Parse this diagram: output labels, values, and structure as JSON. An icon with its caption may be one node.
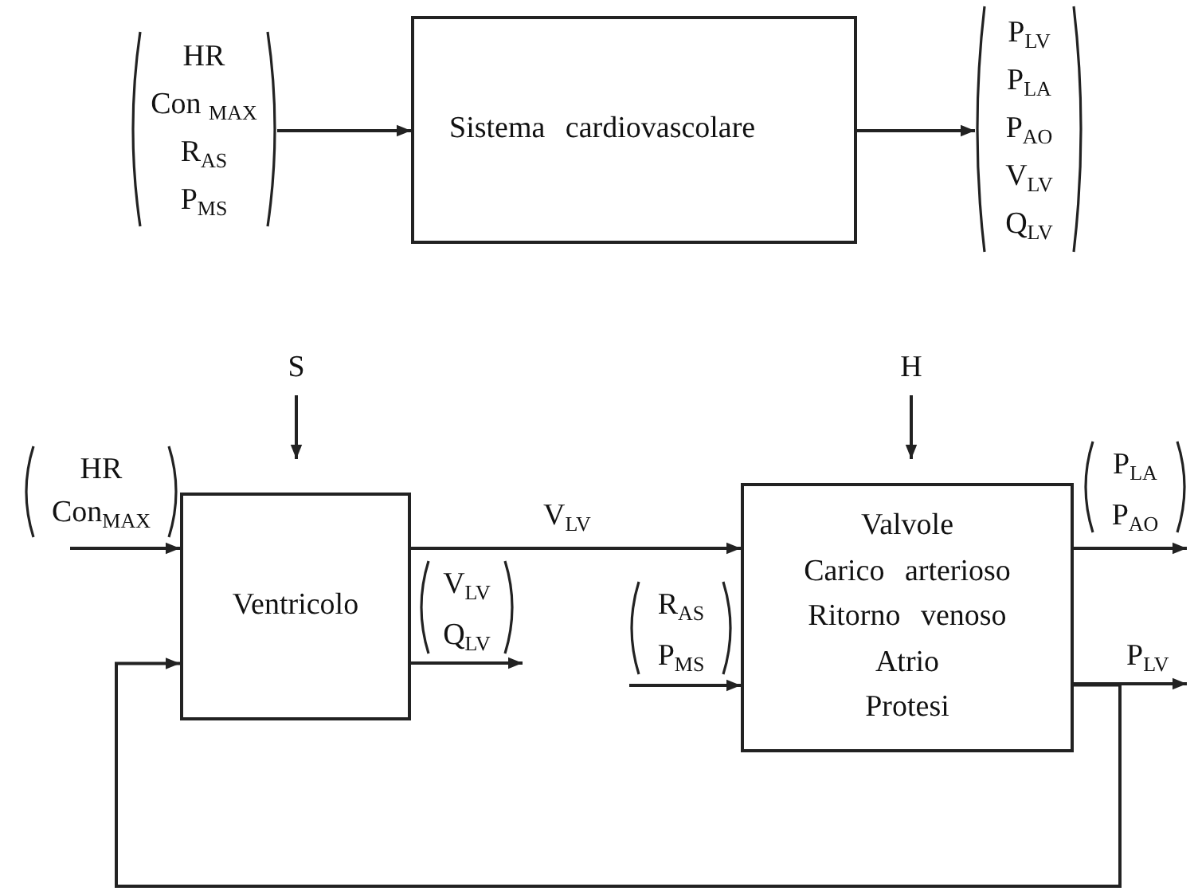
{
  "diagram": {
    "nodes": [
      {
        "text": [
          "HR",
          "Con $_{MAX}$",
          "R$_{AS}$",
          "P$_{MS}$"
        ]
      },
      {
        "text": [
          "Sistema cardiovascolare"
        ]
      },
      {
        "text": [
          "P$_{LV}$",
          "P$_{LA}$",
          "P$_{AO}$",
          "V$_{LV}$",
          "Q$_{LV}$"
        ]
      },
      {
        "text": [
          "S"
        ]
      },
      {
        "text": [
          "H"
        ]
      },
      {
        "text": [
          "Ventricolo"
        ]
      },
      {
        "text": [
          "Valvole",
          "Carico arterioso",
          "Ritorno venoso",
          "Atrio",
          "Protesi"
        ]
      }
    ],
    "edges": [
      {
        "from": 0,
        "to": 1,
        "arrow": "to"
      },
      {
        "from": 1,
        "to": 2,
        "arrow": "to"
      },
      {
        "from": 3,
        "to": 5,
        "arrow": "to"
      },
      {
        "from": 4,
        "to": 6,
        "arrow": "to"
      },
      {
        "from": null,
        "to": 5,
        "arrow": "to",
        "label": "HR Con$_{MAX}$"
      },
      {
        "from": 5,
        "to": 6,
        "arrow": "to",
        "label": "V$_{LV}$"
      },
      {
        "from": 5,
        "to": null,
        "arrow": "to",
        "label": "V$_{LV}$ Q$_{LV}$"
      },
      {
        "from": null,
        "to": 6,
        "arrow": "to",
        "label": "R$_{AS}$ P$_{MS}$"
      },
      {
        "from": 6,
        "to": null,
        "arrow": "to",
        "label": "P$_{LA}$ P$_{AO}$"
      },
      {
        "from": 6,
        "to": null,
        "arrow": "to",
        "label": "P$_{LV}$"
      },
      {
        "from": 6,
        "to": 5,
        "arrow": "to"
      }
    ]
  }
}
